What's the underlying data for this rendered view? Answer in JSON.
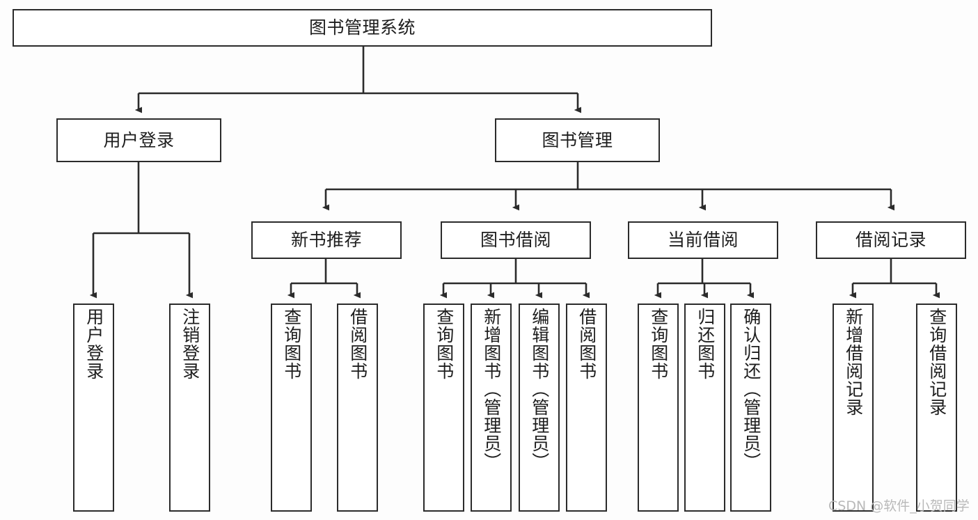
{
  "diagram": {
    "title": "图书管理系统",
    "type": "hierarchy-tree",
    "root": {
      "label": "图书管理系统"
    },
    "level2": [
      {
        "label": "用户登录"
      },
      {
        "label": "图书管理"
      }
    ],
    "level3": [
      {
        "label": "新书推荐"
      },
      {
        "label": "图书借阅"
      },
      {
        "label": "当前借阅"
      },
      {
        "label": "借阅记录"
      }
    ],
    "leaves": {
      "user_login": [
        {
          "label": "用户登录"
        },
        {
          "label": "注销登录"
        }
      ],
      "new_book_recommend": [
        {
          "label": "查询图书"
        },
        {
          "label": "借阅图书"
        }
      ],
      "book_borrow": [
        {
          "label": "查询图书"
        },
        {
          "label": "新增图书（管理员）"
        },
        {
          "label": "编辑图书（管理员）"
        },
        {
          "label": "借阅图书"
        }
      ],
      "current_borrow": [
        {
          "label": "查询图书"
        },
        {
          "label": "归还图书"
        },
        {
          "label": "确认归还（管理员）"
        }
      ],
      "borrow_record": [
        {
          "label": "新增借阅记录"
        },
        {
          "label": "查询借阅记录"
        }
      ]
    }
  },
  "watermark": {
    "text": "CSDN @软件_小贺同学"
  },
  "colors": {
    "background": "#fdfdfd",
    "node_fill": "#ffffff",
    "node_stroke": "#2b2b2b",
    "edge_stroke": "#2b2b2b",
    "text": "#1d1d1d",
    "watermark": "#b9b9b9"
  }
}
